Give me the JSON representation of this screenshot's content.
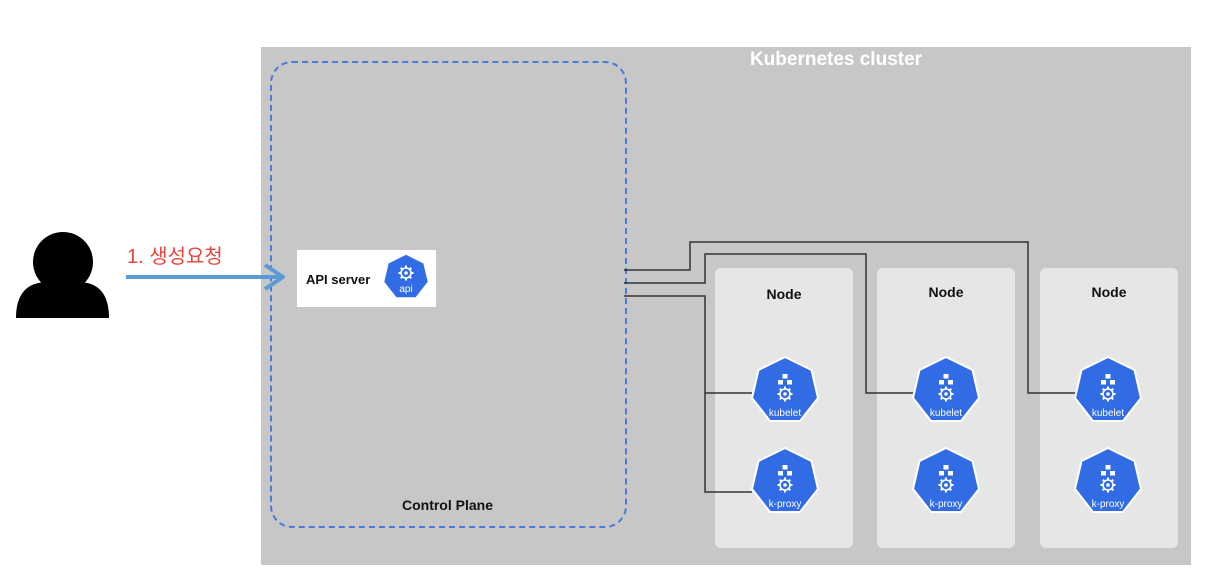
{
  "cluster": {
    "title": "Kubernetes cluster"
  },
  "control_plane": {
    "label": "Control Plane"
  },
  "api_server": {
    "label": "API server",
    "icon_text": "api"
  },
  "request": {
    "label": "1. 생성요청"
  },
  "nodes": [
    {
      "title": "Node",
      "kubelet": "kubelet",
      "proxy": "k-proxy"
    },
    {
      "title": "Node",
      "kubelet": "kubelet",
      "proxy": "k-proxy"
    },
    {
      "title": "Node",
      "kubelet": "kubelet",
      "proxy": "k-proxy"
    }
  ],
  "colors": {
    "k8s_blue": "#326ce5",
    "arrow_blue": "#5b9bd5",
    "request_red": "#e8453c",
    "cluster_gray": "#c7c7c7",
    "node_gray": "#e6e6e6"
  }
}
